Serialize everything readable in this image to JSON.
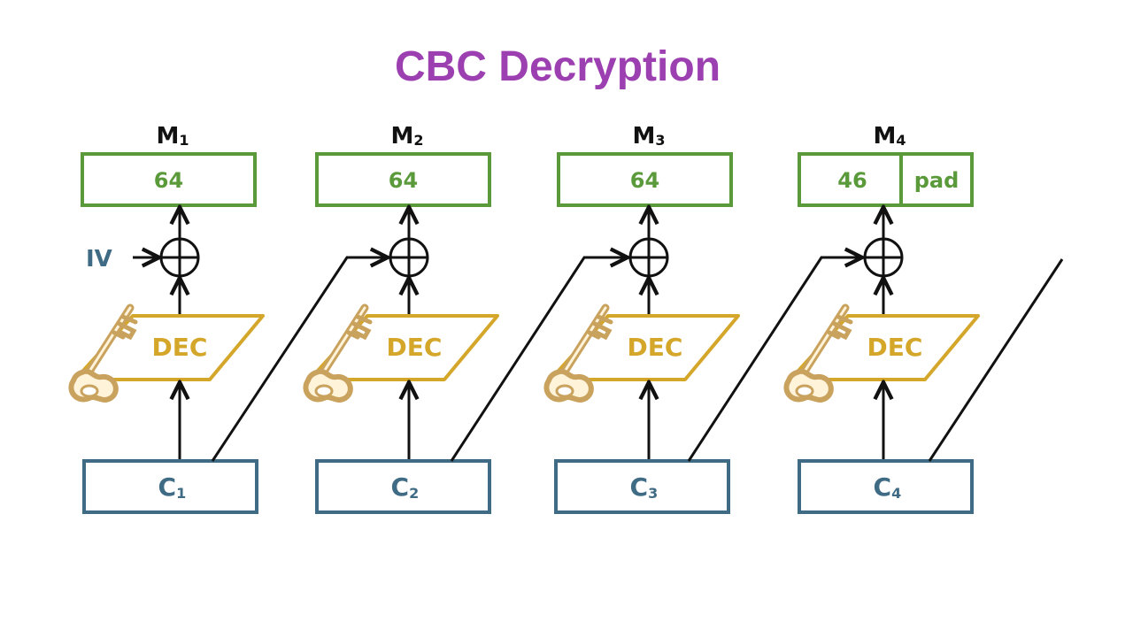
{
  "title": "CBC Decryption",
  "iv_label": "IV",
  "colors": {
    "title": "#9c3fb0",
    "plaintext": "#5b9a3a",
    "cipher": "#3f6b85",
    "dec": "#d4a62a",
    "key": "#c9a25e",
    "line": "#111111"
  },
  "icons": [
    "key-icon",
    "xor-icon",
    "arrow-icon"
  ],
  "blocks": [
    {
      "m_label": "M",
      "m_sub": "1",
      "m_size": "64",
      "pad": "",
      "dec_label": "DEC",
      "c_label": "C",
      "c_sub": "1"
    },
    {
      "m_label": "M",
      "m_sub": "2",
      "m_size": "64",
      "pad": "",
      "dec_label": "DEC",
      "c_label": "C",
      "c_sub": "2"
    },
    {
      "m_label": "M",
      "m_sub": "3",
      "m_size": "64",
      "pad": "",
      "dec_label": "DEC",
      "c_label": "C",
      "c_sub": "3"
    },
    {
      "m_label": "M",
      "m_sub": "4",
      "m_size": "46",
      "pad": "pad",
      "dec_label": "DEC",
      "c_label": "C",
      "c_sub": "4"
    }
  ]
}
